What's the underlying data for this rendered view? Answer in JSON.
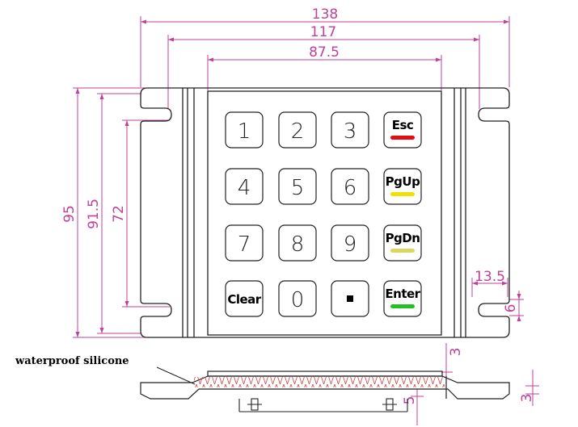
{
  "dimensions": {
    "overall_width": "138",
    "mount_width": "117",
    "front_width": "87.5",
    "overall_height": "95",
    "mount_height": "91.5",
    "front_height": "72",
    "tab_width": "13.5",
    "slot_height": "6",
    "side_gap_top": "3",
    "side_thickness": "3",
    "side_depth": "5"
  },
  "keys": [
    {
      "label": "1",
      "kind": "digit"
    },
    {
      "label": "2",
      "kind": "digit"
    },
    {
      "label": "3",
      "kind": "digit"
    },
    {
      "label": "Esc",
      "kind": "function",
      "bar_color": "#e01010"
    },
    {
      "label": "4",
      "kind": "digit"
    },
    {
      "label": "5",
      "kind": "digit"
    },
    {
      "label": "6",
      "kind": "digit"
    },
    {
      "label": "PgUp",
      "kind": "function",
      "bar_color": "#f2e000"
    },
    {
      "label": "7",
      "kind": "digit"
    },
    {
      "label": "8",
      "kind": "digit"
    },
    {
      "label": "9",
      "kind": "digit"
    },
    {
      "label": "PgDn",
      "kind": "function",
      "bar_color": "#d8d860"
    },
    {
      "label": "Clear",
      "kind": "function"
    },
    {
      "label": "0",
      "kind": "digit"
    },
    {
      "label": "",
      "kind": "dot"
    },
    {
      "label": "Enter",
      "kind": "function",
      "bar_color": "#22c022"
    }
  ],
  "labels": {
    "silicone": "waterproof silicone"
  },
  "colors": {
    "dimension_line": "#c0409a",
    "outline": "#222222",
    "silicone_hatch": "#d04040"
  }
}
